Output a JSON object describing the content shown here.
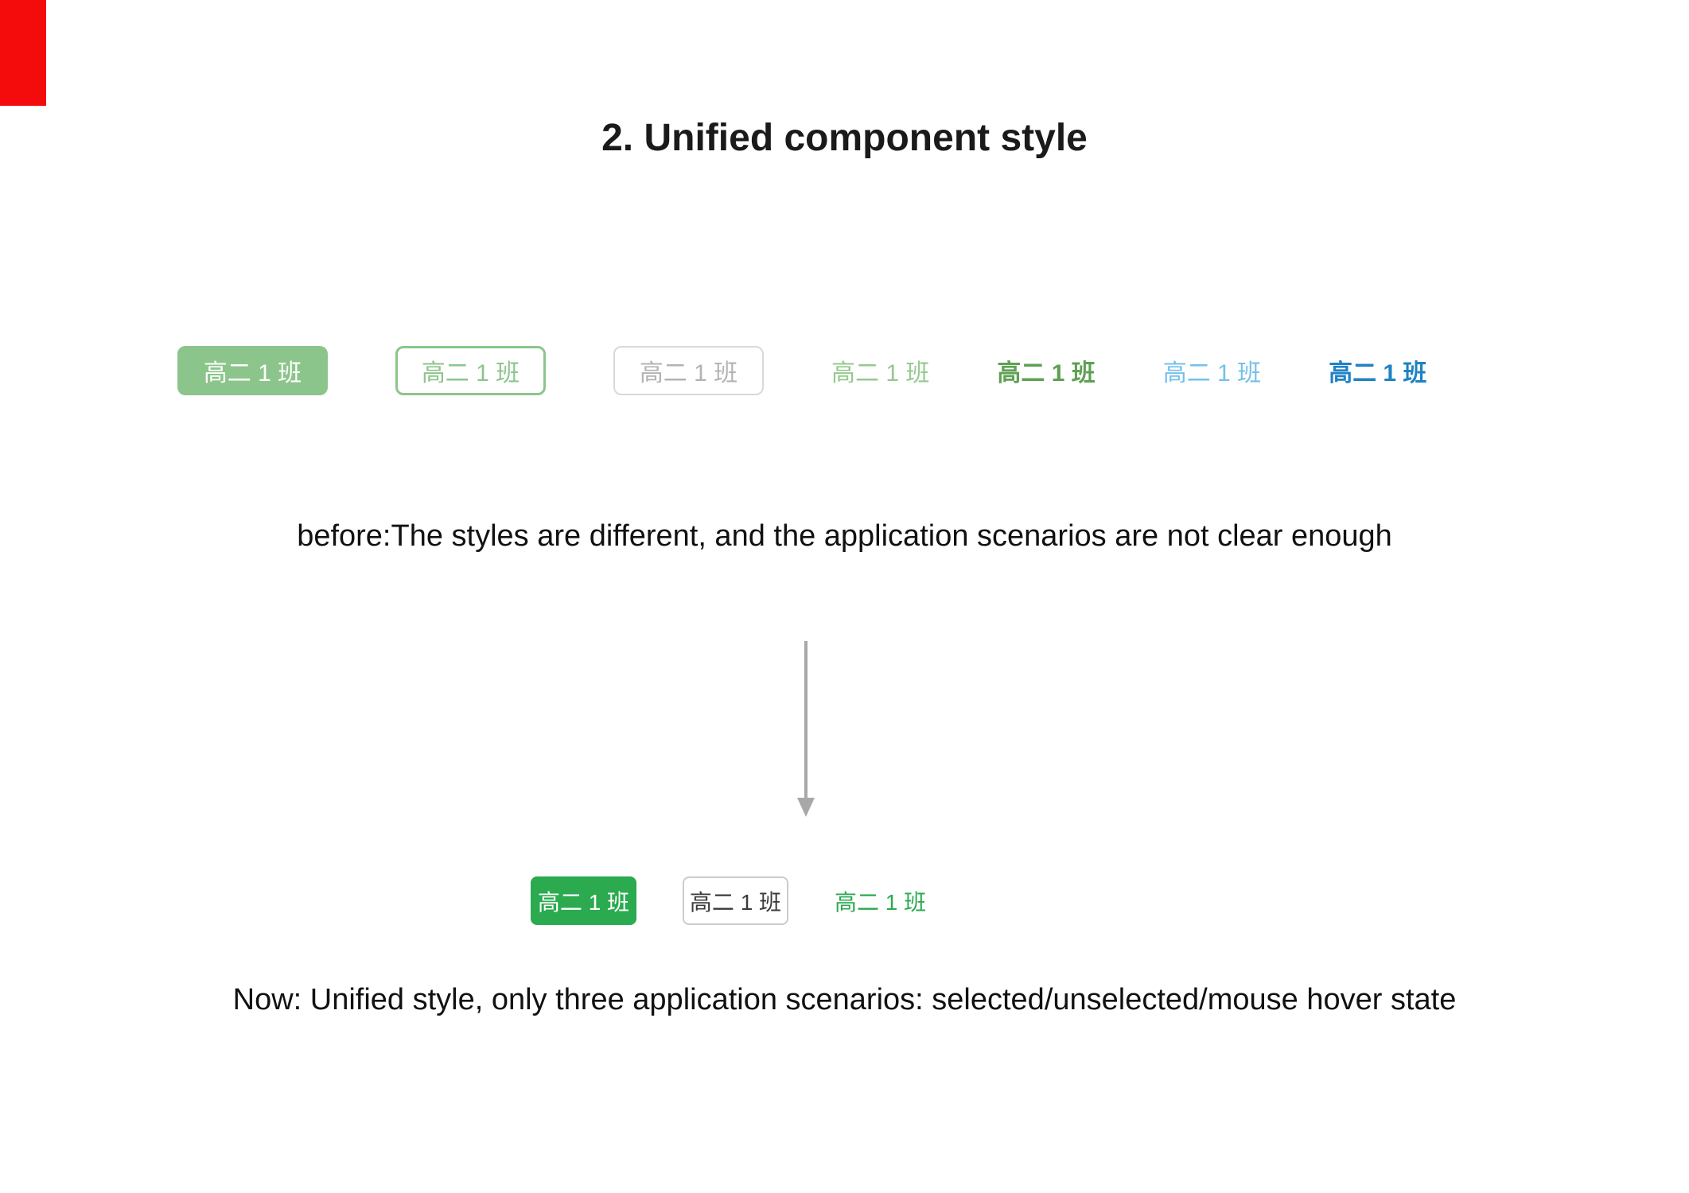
{
  "page": {
    "title": "2. Unified component style"
  },
  "colors": {
    "marker-red": "#f40b0b",
    "soft-green": "#8cc58b",
    "soft-green-text": "#95c98e",
    "green-bold-text": "#5ea152",
    "light-blue": "#74c0ec",
    "blue": "#1f82c4",
    "gray-border": "#d9d9d9",
    "gray-text": "#b3b3b3",
    "gray-border2": "#cccccc",
    "vivid-green": "#2baa4f",
    "arrow-gray": "#a8a8a8"
  },
  "before_row": {
    "items": [
      {
        "label": "高二 1 班",
        "variant": "filled-soft-green"
      },
      {
        "label": "高二 1 班",
        "variant": "outline-soft-green"
      },
      {
        "label": "高二 1 班",
        "variant": "outline-gray"
      },
      {
        "label": "高二 1 班",
        "variant": "text-soft-green"
      },
      {
        "label": "高二 1 班",
        "variant": "text-green-bold"
      },
      {
        "label": "高二 1 班",
        "variant": "text-light-blue"
      },
      {
        "label": "高二 1 班",
        "variant": "text-blue-bold"
      }
    ],
    "caption": "before:The styles are different, and the application scenarios are not clear enough"
  },
  "arrow": {
    "name": "down-arrow"
  },
  "after_row": {
    "items": [
      {
        "label": "高二 1 班",
        "variant": "filled-green"
      },
      {
        "label": "高二 1 班",
        "variant": "outline-gray-dark"
      },
      {
        "label": "高二 1 班",
        "variant": "text-green"
      }
    ],
    "caption": "Now: Unified style, only three application scenarios: selected/unselected/mouse hover state"
  }
}
